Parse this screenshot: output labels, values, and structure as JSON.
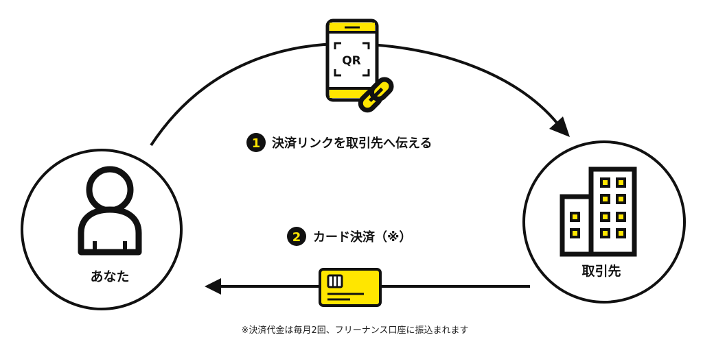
{
  "colors": {
    "accent": "#FFE600",
    "ink": "#111111"
  },
  "nodes": {
    "you": {
      "label": "あなた",
      "icon": "person-icon"
    },
    "partner": {
      "label": "取引先",
      "icon": "building-icon"
    }
  },
  "steps": [
    {
      "number": "1",
      "label": "決済リンクを取引先へ伝える",
      "icon": "qr-phone-link-icon"
    },
    {
      "number": "2",
      "label": "カード決済（※）",
      "icon": "credit-card-icon"
    }
  ],
  "phone_qr_text": "QR",
  "footnote": "※決済代金は毎月2回、フリーナンス口座に振込まれます"
}
